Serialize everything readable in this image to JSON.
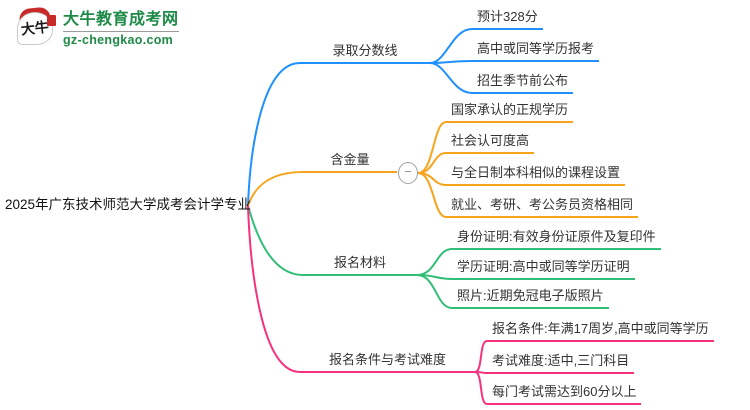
{
  "logo": {
    "mark_text": "大牛",
    "site_name": "大牛教育成考网",
    "site_url": "gz-chengkao.com"
  },
  "icons": {
    "collapse_glyph": "−"
  },
  "central_topic": "2025年广东技术师范大学成考会计学专业",
  "branches": [
    {
      "label": "录取分数线",
      "color": "#1E90FF",
      "children": [
        "预计328分",
        "高中或同等学历报考",
        "招生季节前公布"
      ]
    },
    {
      "label": "含金量",
      "color": "#F7A41D",
      "children": [
        "国家承认的正规学历",
        "社会认可度高",
        "与全日制本科相似的课程设置",
        "就业、考研、考公务员资格相同"
      ]
    },
    {
      "label": "报名材料",
      "color": "#32BE78",
      "children": [
        "身份证明:有效身份证原件及复印件",
        "学历证明:高中或同等学历证明",
        "照片:近期免冠电子版照片"
      ]
    },
    {
      "label": "报名条件与考试难度",
      "color": "#F8317E",
      "children": [
        "报名条件:年满17周岁,高中或同等学历",
        "考试难度:适中,三门科目",
        "每门考试需达到60分以上"
      ]
    }
  ]
}
